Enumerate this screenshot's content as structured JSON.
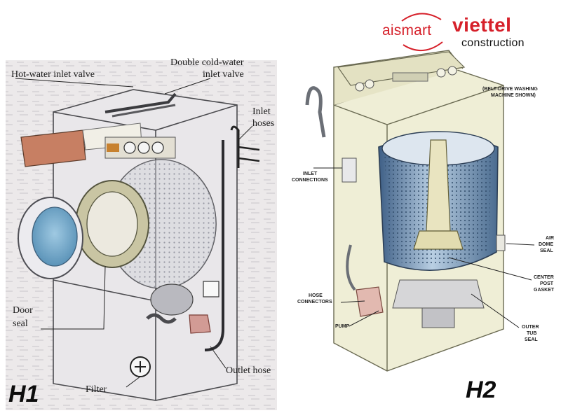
{
  "brand": {
    "aismart": "aismart",
    "viettel": "viettel",
    "construction": "construction",
    "color": "#d6202a"
  },
  "diagram_h1": {
    "label": "H1",
    "callouts": {
      "hot_water_inlet_valve": "Hot-water inlet valve",
      "double_cold_water_line1": "Double cold-water",
      "double_cold_water_line2": "inlet valve",
      "inlet_hoses_line1": "Inlet",
      "inlet_hoses_line2": "hoses",
      "door_seal_line1": "Door",
      "door_seal_line2": "seal",
      "filter": "Filter",
      "outlet_hose": "Outlet hose"
    }
  },
  "diagram_h2": {
    "label": "H2",
    "callouts": {
      "belt_drive_line1": "(BELT-DRIVE WASHING",
      "belt_drive_line2": "MACHINE SHOWN)",
      "inlet_connections_line1": "INLET",
      "inlet_connections_line2": "CONNECTIONS",
      "air_dome_seal_line1": "AIR",
      "air_dome_seal_line2": "DOME",
      "air_dome_seal_line3": "SEAL",
      "center_post_gasket_line1": "CENTER",
      "center_post_gasket_line2": "POST",
      "center_post_gasket_line3": "GASKET",
      "hose_connectors_line1": "HOSE",
      "hose_connectors_line2": "CONNECTORS",
      "pump": "PUMP",
      "outer_tub_seal_line1": "OUTER",
      "outer_tub_seal_line2": "TUB",
      "outer_tub_seal_line3": "SEAL"
    }
  }
}
